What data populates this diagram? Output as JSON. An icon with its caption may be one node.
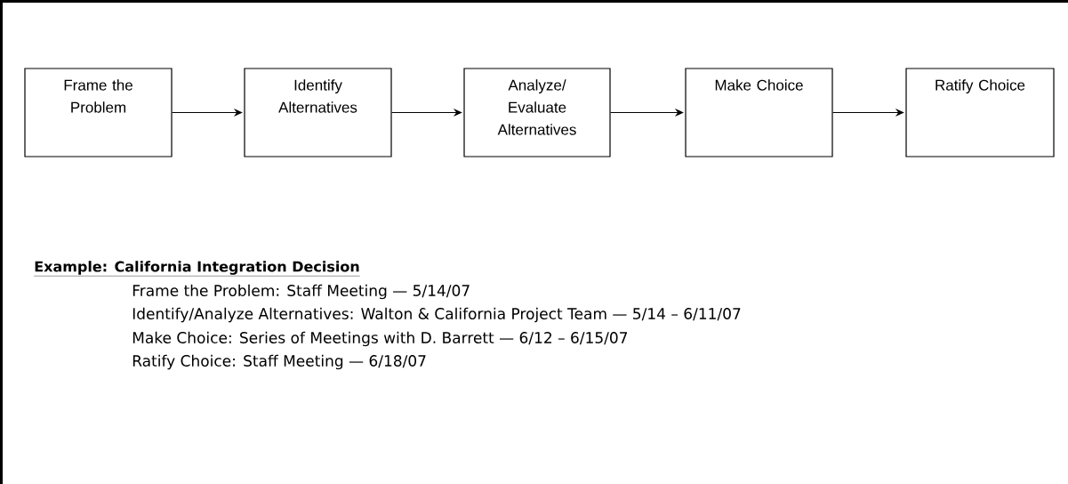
{
  "diagram": {
    "nodes": [
      {
        "text": [
          "Frame the Problem"
        ]
      },
      {
        "text": [
          "Identify Alternatives"
        ]
      },
      {
        "text": [
          "Analyze/ Evaluate Alternatives"
        ]
      },
      {
        "text": [
          "Make Choice"
        ]
      },
      {
        "text": [
          "Ratify Choice"
        ]
      }
    ],
    "edges": [
      {
        "from": 0,
        "to": 1,
        "arrow": "to"
      },
      {
        "from": 1,
        "to": 2,
        "arrow": "to"
      },
      {
        "from": 2,
        "to": 3,
        "arrow": "to"
      },
      {
        "from": 3,
        "to": 4,
        "arrow": "to"
      }
    ],
    "labels": [
      "Example: California Integration Decision",
      "Frame the Problem: Staff Meeting — 5/14/07",
      "Identify/Analyze Alternatives: Walton & California Project Team — 5/14 – 6/11/07",
      "Make Choice: Series of Meetings with D. Barrett — 6/12 – 6/15/07",
      "Ratify Choice: Staff Meeting — 6/18/07"
    ]
  }
}
